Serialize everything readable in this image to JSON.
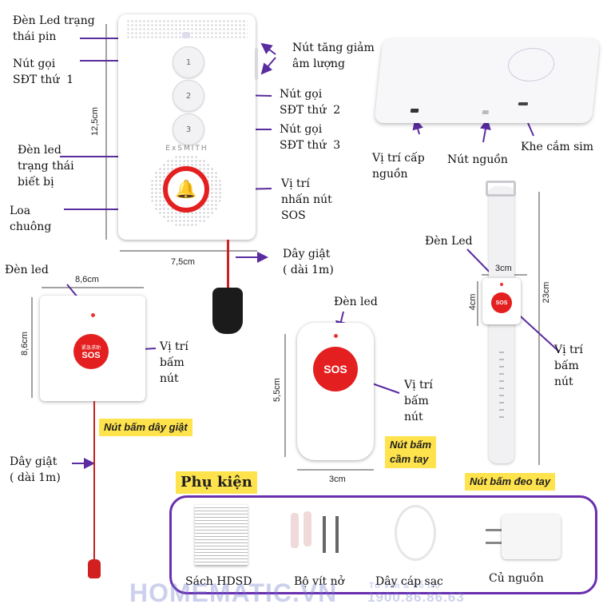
{
  "main_unit": {
    "brand": "ExSMITH",
    "buttons": [
      "1",
      "2",
      "3"
    ],
    "labels": {
      "led_battery": "Đèn Led trạng\nthái pin",
      "call_1": "Nút gọi\nSĐT thứ  1",
      "call_2": "Nút gọi\nSĐT thứ  2",
      "call_3": "Nút gọi\nSĐT thứ  3",
      "led_device": "Đèn led\ntrạng thái\nbiết bị",
      "speaker": "Loa\nchuông",
      "volume": "Nút tăng giảm\nâm lượng",
      "sos_pos": "Vị trí\nnhấn nút\nSOS",
      "pull_cord": "Dây giật\n( dài 1m)"
    },
    "height_dim": "12,5cm",
    "width_dim": "7,5cm"
  },
  "back_view": {
    "labels": {
      "power_in": "Vị trí cấp\nnguồn",
      "power_btn": "Nút nguồn",
      "sim": "Khe cắm sim"
    }
  },
  "pull_button": {
    "led": "Đèn led",
    "width_dim": "8,6cm",
    "height_dim": "8,6cm",
    "sos_text_top": "紧急求助",
    "sos_text": "SOS",
    "press_label": "Vị trí\nbấm\nnút",
    "caption": "Nút bấm dây giật",
    "cord_label": "Dây giật\n( dài 1m)"
  },
  "hand_button": {
    "led": "Đèn led",
    "height_dim": "5,5cm",
    "width_dim": "3cm",
    "sos_text": "SOS",
    "press_label": "Vị trí\nbấm\nnút",
    "caption": "Nút bấm\ncầm tay"
  },
  "wrist_button": {
    "led": "Đèn Led",
    "width_dim": "3cm",
    "height_dim": "4cm",
    "length_dim": "23cm",
    "sos_text": "SOS",
    "press_label": "Vị trí\nbấm\nnút",
    "caption": "Nút bấm đeo tay"
  },
  "accessories": {
    "title": "Phụ kiện",
    "items": [
      "Sách  HDSD",
      "Bộ vít nở",
      "Dây cáp sạc",
      "Củ nguồn"
    ]
  },
  "watermark": {
    "site": "HOMEMATIC.VN",
    "hotline_label": "Tư vấn & hỗ trợ",
    "hotline": "1900.86.86.63"
  },
  "colors": {
    "arrow": "#5a2ca0",
    "sos_red": "#e41f1f",
    "caption_bg": "#ffe34d",
    "frame": "#6a2fb0"
  }
}
